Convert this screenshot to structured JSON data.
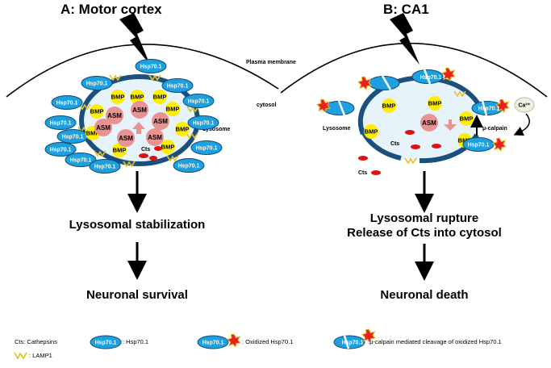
{
  "panel_a": {
    "title": "A:   Motor cortex",
    "plasma_membrane": "Plasma membrane",
    "cytosol": "cytosol",
    "lysosome": "Lysosome",
    "hsp": "Hsp70.1",
    "bmp": "BMP",
    "asm": "ASM",
    "cts": "Cts",
    "step1": "Lysosomal  stabilization",
    "step2": "Neuronal survival"
  },
  "panel_b": {
    "title": "B:  CA1",
    "lysosome": "Lysosome",
    "hsp": "Hsp70.1",
    "bmp": "BMP",
    "asm": "ASM",
    "cts": "Cts",
    "calcium": "Ca²⁺",
    "calpain": "μ-calpain",
    "step1_line1": "Lysosomal  rupture",
    "step1_line2": "Release of Cts into cytosol",
    "step2": "Neuronal death"
  },
  "legend": {
    "cts_def": "Cts: Cathepsins",
    "hsp_label": "Hsp70.1",
    "hsp_def": ": Hsp70.1",
    "oxidized_def": ": Oxidized Hsp70.1",
    "cleavage_def": ":μ-calpain mediated cleavage of oxidized Hsp70.1",
    "lamp1_def": ": LAMP1"
  },
  "colors": {
    "hsp_fill": "#1ea0e0",
    "hsp_stroke": "#0f4c7a",
    "lysosome_ring": "#1a4f7e",
    "lysosome_fill": "#e6f3fa",
    "bmp": "#ffee00",
    "asm": "#e89292",
    "cathepsin": "#dd1111",
    "lamp1": "#e8c020",
    "oxidized_star": "#e82020"
  }
}
